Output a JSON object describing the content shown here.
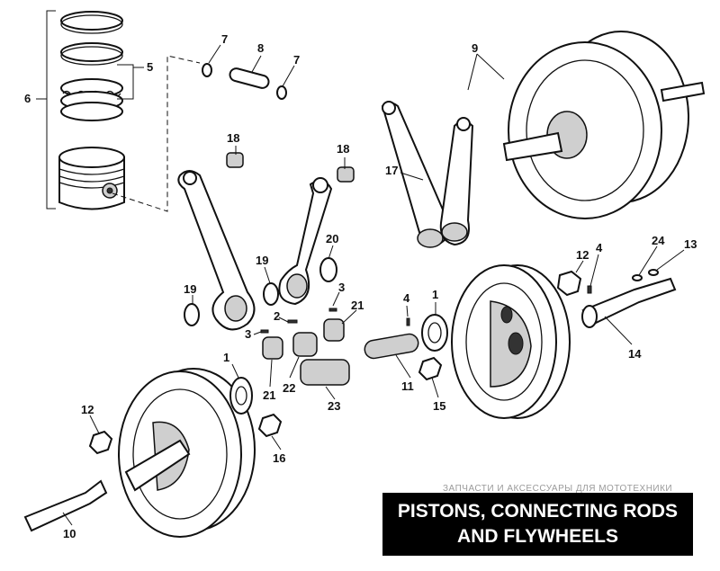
{
  "title": {
    "line1": "PISTONS, CONNECTING RODS",
    "line2": "AND FLYWHEELS"
  },
  "watermark": "ЗАПЧАСТИ И АКСЕССУАРЫ ДЛЯ МОТОТЕХНИКИ",
  "callouts": {
    "c1a": "1",
    "c1b": "1",
    "c2": "2",
    "c3a": "3",
    "c3b": "3",
    "c4a": "4",
    "c4b": "4",
    "c5": "5",
    "c6": "6",
    "c7a": "7",
    "c7b": "7",
    "c8": "8",
    "c9": "9",
    "c10": "10",
    "c11": "11",
    "c12a": "12",
    "c12b": "12",
    "c13": "13",
    "c14": "14",
    "c15": "15",
    "c16": "16",
    "c17": "17",
    "c18a": "18",
    "c18b": "18",
    "c19a": "19",
    "c19b": "19",
    "c20": "20",
    "c21a": "21",
    "c21b": "21",
    "c22": "22",
    "c23": "23",
    "c24": "24"
  }
}
